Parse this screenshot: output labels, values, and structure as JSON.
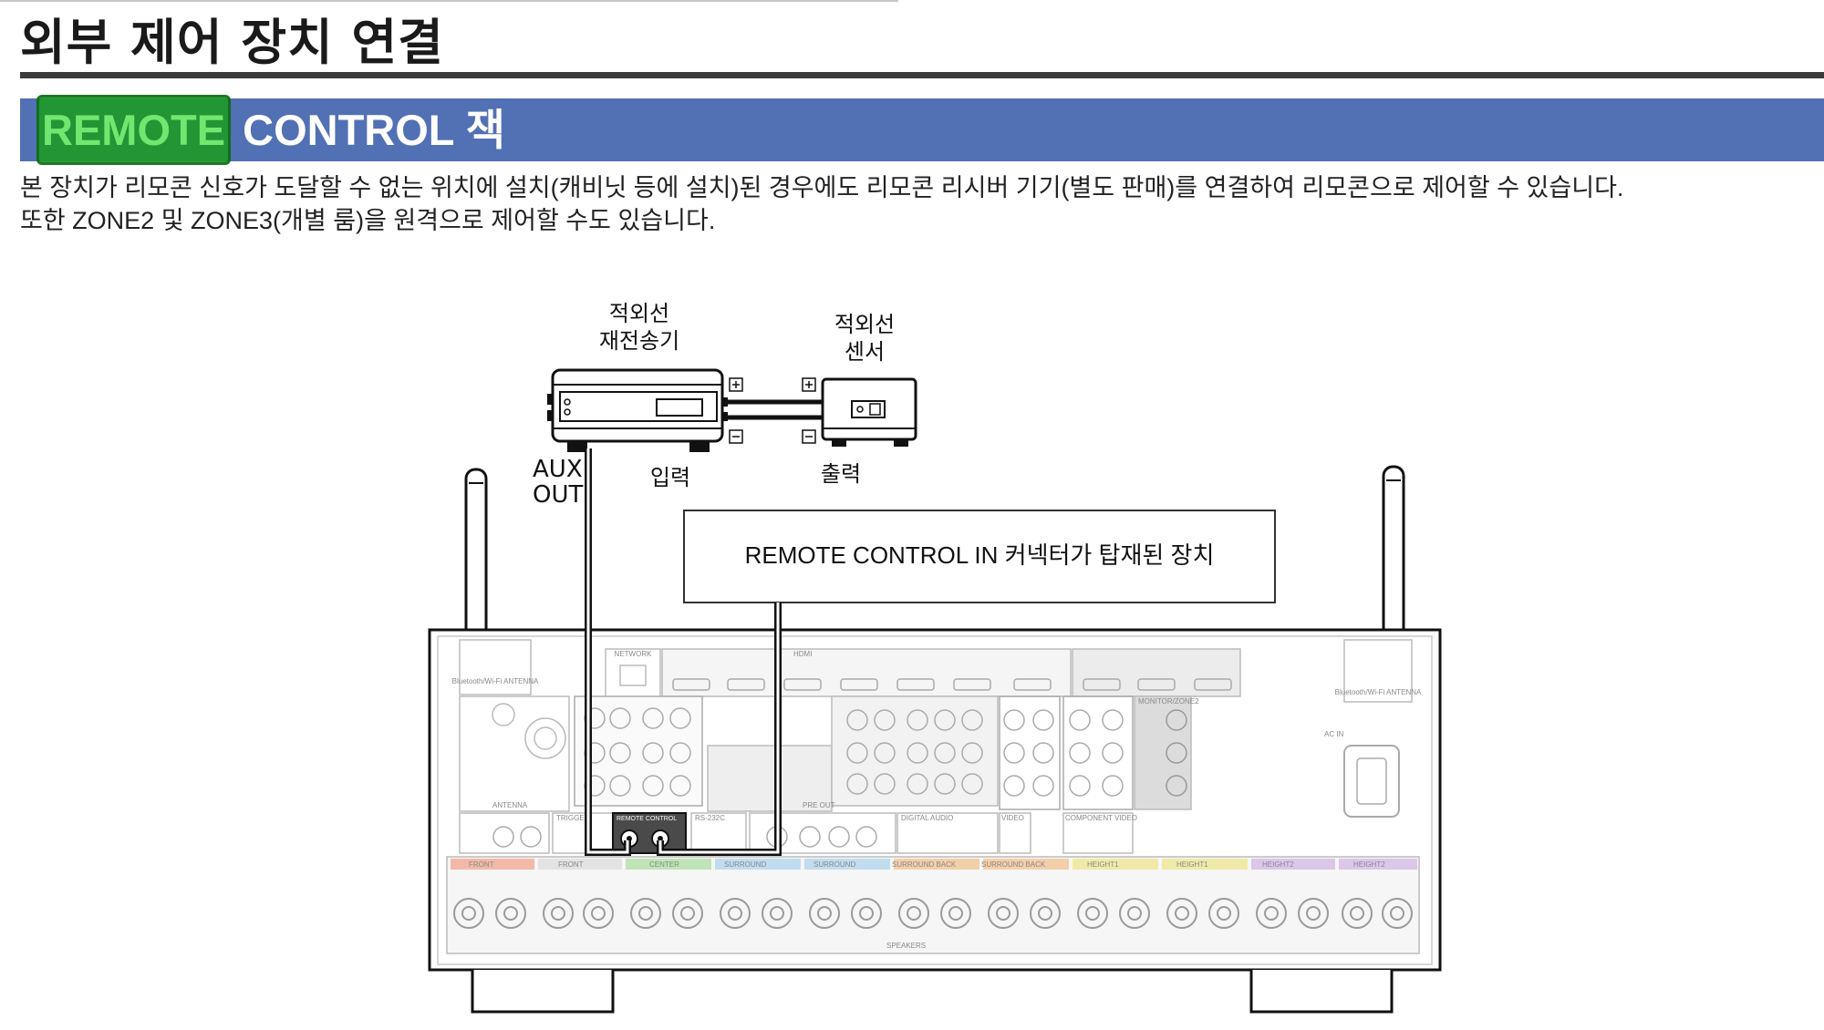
{
  "page_title": "외부 제어 장치 연결",
  "section": {
    "highlight": "REMOTE",
    "rest": "CONTROL 잭"
  },
  "description": {
    "line1": "본 장치가 리모콘 신호가 도달할 수 없는 위치에 설치(캐비닛 등에 설치)된 경우에도 리모콘 리시버 기기(별도 판매)를 연결하여 리모콘으로 제어할 수 있습니다.",
    "line2": "또한 ZONE2 및 ZONE3(개별 룸)을 원격으로 제어할 수도 있습니다."
  },
  "diagram": {
    "retransmitter_line1": "적외선",
    "retransmitter_line2": "재전송기",
    "sensor_line1": "적외선",
    "sensor_line2": "센서",
    "aux_out_line1": "AUX",
    "aux_out_line2": "OUT",
    "input_label": "입력",
    "output_label": "출력",
    "device_box": "REMOTE CONTROL IN 커넥터가 탑재된 장치",
    "panel_text": {
      "bt_left": "Bluetooth/Wi-Fi ANTENNA",
      "bt_right": "Bluetooth/Wi-Fi ANTENNA",
      "network": "NETWORK",
      "hdmi": "HDMI",
      "ac_in": "AC IN",
      "remote_control": "REMOTE CONTROL",
      "speakers": "SPEAKERS",
      "antenna": "ANTENNA",
      "trigger": "TRIGGER",
      "rs232c": "RS-232C",
      "pre_out": "PRE OUT",
      "digital_audio": "DIGITAL AUDIO",
      "video": "VIDEO",
      "component_video": "COMPONENT VIDEO",
      "monitor_zone2": "MONITOR/ZONE2",
      "speaker_groups": [
        "FRONT",
        "FRONT",
        "CENTER",
        "SURROUND",
        "SURROUND",
        "SURROUND BACK",
        "SURROUND BACK",
        "HEIGHT1",
        "HEIGHT1",
        "HEIGHT2",
        "HEIGHT2"
      ]
    }
  }
}
